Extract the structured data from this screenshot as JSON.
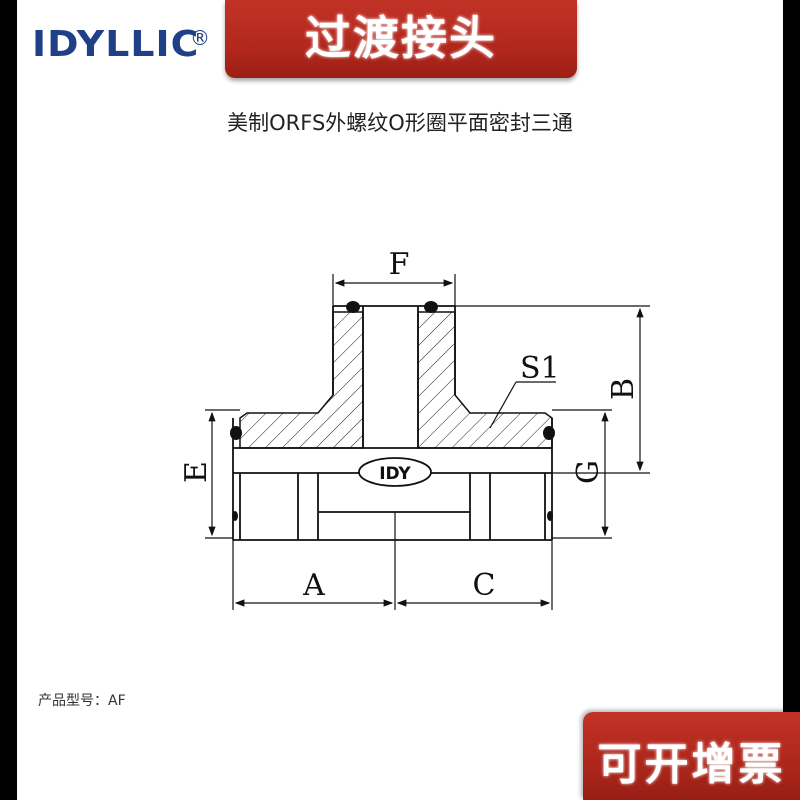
{
  "brand": {
    "logo_text": "IDYLLIC",
    "registered": "®"
  },
  "banner_top": "过渡接头",
  "subtitle": "美制ORFS外螺纹O形圈平面密封三通",
  "diagram": {
    "labels": {
      "F": "F",
      "B": "B",
      "E": "E",
      "G": "G",
      "A": "A",
      "C": "C",
      "S1": "S1"
    },
    "center_mark": "IDY"
  },
  "model_line": "产品型号：AF",
  "banner_bottom": "可开增票",
  "colors": {
    "banner_red": "#b82b20",
    "logo_blue": "#1f3f86"
  }
}
